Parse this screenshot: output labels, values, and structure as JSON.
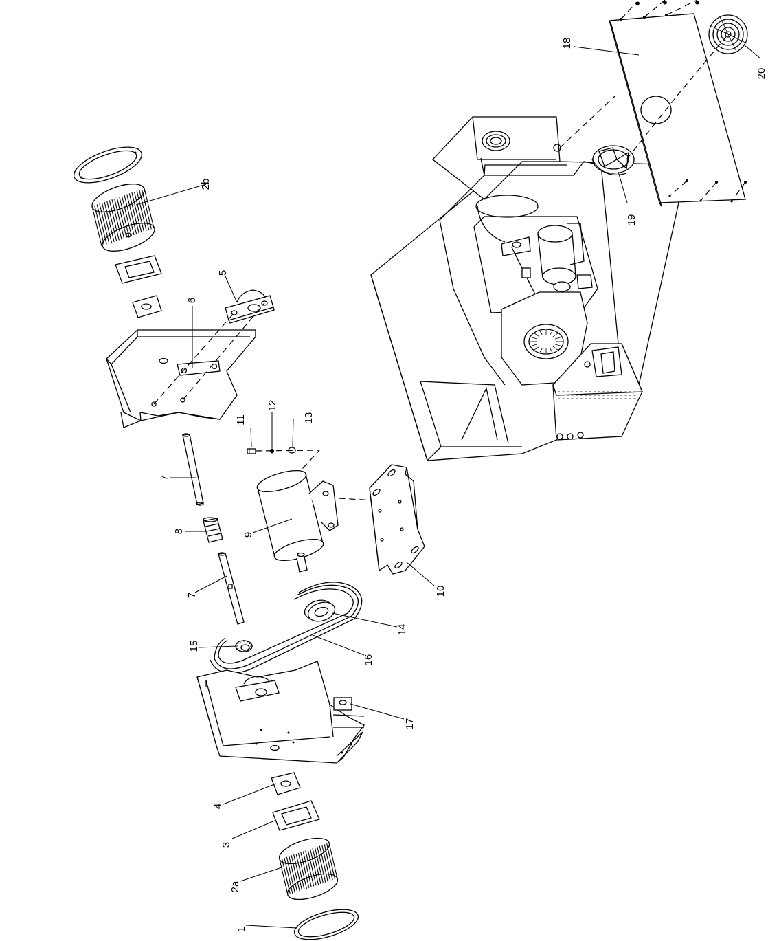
{
  "callouts": {
    "c1": "1",
    "c2a": "2a",
    "c2b": "2b",
    "c3": "3",
    "c4": "4",
    "c5": "5",
    "c6": "6",
    "c7a": "7",
    "c7b": "7",
    "c8": "8",
    "c9": "9",
    "c10": "10",
    "c11": "11",
    "c12": "12",
    "c13": "13",
    "c14": "14",
    "c15": "15",
    "c16": "16",
    "c17": "17",
    "c18": "18",
    "c19": "19",
    "c20": "20"
  }
}
